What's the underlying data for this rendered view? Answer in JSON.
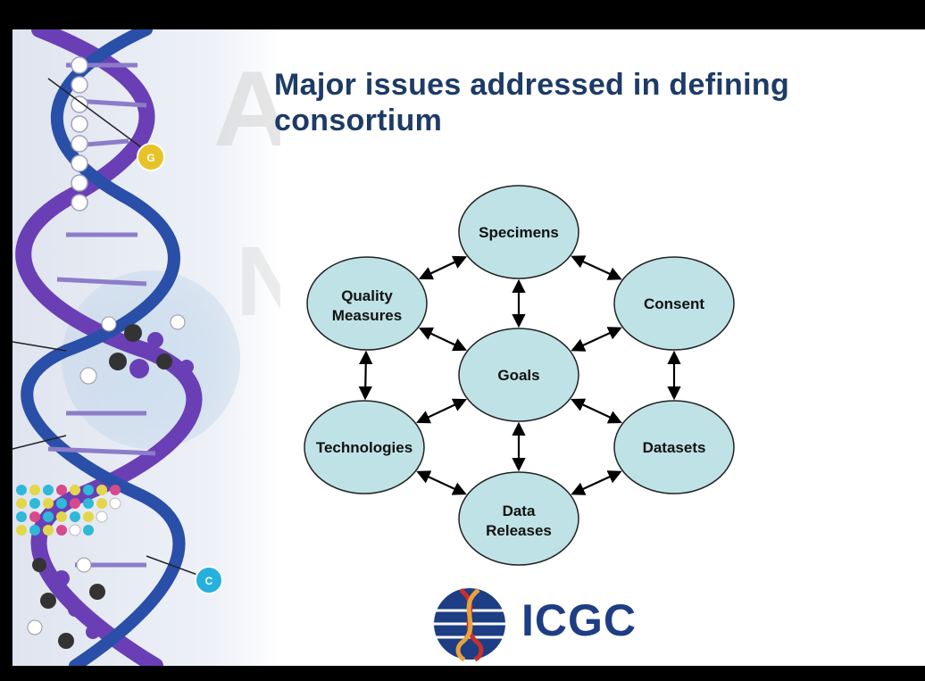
{
  "slide": {
    "title_line1": "Major issues addressed in defining",
    "title_line2": "consortium"
  },
  "decoration": {
    "base_labels": [
      "G",
      "C"
    ],
    "colors": {
      "strand_purple": "#6a3fb5",
      "helix_blue": "#2a4fa8",
      "g_badge": "#e8c229",
      "c_badge": "#26b0dd"
    }
  },
  "diagram": {
    "nodes": {
      "specimens": "Specimens",
      "quality_measures": [
        "Quality",
        "Measures"
      ],
      "consent": "Consent",
      "goals": "Goals",
      "technologies": "Technologies",
      "datasets": "Datasets",
      "data_releases": [
        "Data",
        "Releases"
      ]
    },
    "node_fill": "#bfe2e6",
    "connections": [
      [
        "specimens",
        "quality_measures"
      ],
      [
        "specimens",
        "consent"
      ],
      [
        "specimens",
        "goals"
      ],
      [
        "quality_measures",
        "goals"
      ],
      [
        "consent",
        "goals"
      ],
      [
        "quality_measures",
        "technologies"
      ],
      [
        "consent",
        "datasets"
      ],
      [
        "technologies",
        "goals"
      ],
      [
        "datasets",
        "goals"
      ],
      [
        "goals",
        "data_releases"
      ],
      [
        "technologies",
        "data_releases"
      ],
      [
        "datasets",
        "data_releases"
      ]
    ]
  },
  "logo": {
    "text": "ICGC",
    "color": "#1d3d84"
  }
}
